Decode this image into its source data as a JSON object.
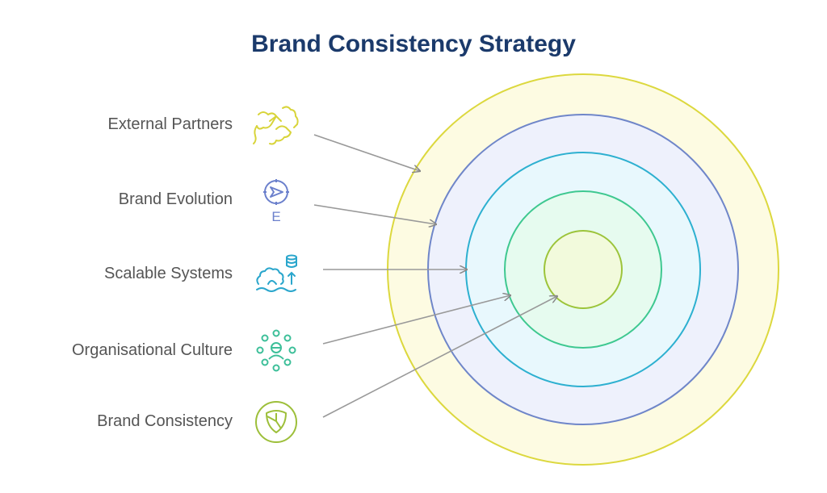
{
  "title": "Brand Consistency Strategy",
  "layers": [
    {
      "label": "External Partners",
      "icon": "handshake-icon",
      "color": "#d8d43a",
      "fill": "#fdfbe2"
    },
    {
      "label": "Brand Evolution",
      "icon": "compass-icon",
      "color": "#6b80cc",
      "fill": "#eef1fc"
    },
    {
      "label": "Scalable Systems",
      "icon": "gear-database-icon",
      "color": "#2aa6cc",
      "fill": "#e8f8fd"
    },
    {
      "label": "Organisational Culture",
      "icon": "people-network-icon",
      "color": "#3dbf99",
      "fill": "#e6fbef"
    },
    {
      "label": "Brand Consistency",
      "icon": "shield-icon",
      "color": "#9dbf3a",
      "fill": "#f2fadc"
    }
  ],
  "compass_letter": "E"
}
